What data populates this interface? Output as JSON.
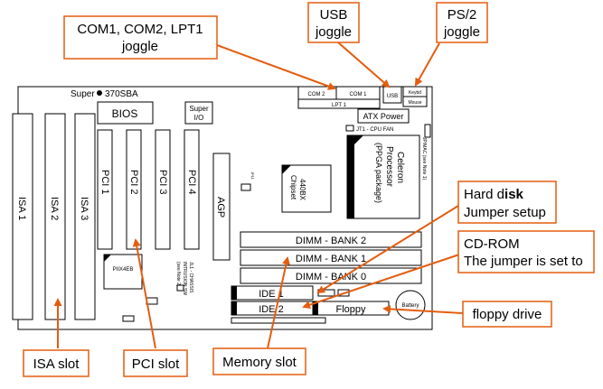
{
  "board": {
    "model": "370SBA",
    "brand": "Super",
    "bios": "BIOS",
    "super_io": [
      "Super",
      "I/O"
    ],
    "com2": "COM 2",
    "com1": "COM 1",
    "lpt1": "LPT 1",
    "usb": "USB",
    "keyboard": "Keybd",
    "mouse": "Mouse",
    "atx_power": "ATX Power",
    "cpu_fan": "JT1 - CPU FAN",
    "jp_mac": "JP/MAC (see Note 1)",
    "cpu": [
      "Celeron",
      "Processor",
      "(PPGA package)"
    ],
    "chipset": [
      "440BX",
      "Chipset"
    ],
    "jumper_label": "JP11",
    "isa_slots": [
      "ISA 1",
      "ISA 2",
      "ISA 3"
    ],
    "pci_slots": [
      "PCI 1",
      "PCI 2",
      "PCI 3",
      "PCI 4"
    ],
    "agp": "AGP",
    "dimm_banks": [
      "DIMM - BANK 2",
      "DIMM - BANK 1",
      "DIMM - BANK 0"
    ],
    "ide1": "IDE 1",
    "ide2": "IDE 2",
    "floppy": "Floppy",
    "chip": "PIIX4EB",
    "chassis_note": [
      "JL1 - CHASSIS",
      "INTRUSION SW",
      "(see Note 2)"
    ],
    "battery": "Battery"
  },
  "callouts": {
    "com": [
      "COM1, COM2,  LPT1",
      "joggle"
    ],
    "usb": [
      "USB",
      "joggle"
    ],
    "ps2": [
      "PS/2",
      "joggle"
    ],
    "hard_disk": [
      "Hard d",
      "isk",
      "Jumper setup"
    ],
    "cdrom": [
      "CD-ROM",
      "The jumper is set to"
    ],
    "floppy": "floppy drive",
    "isa": "ISA slot",
    "pci": "PCI slot",
    "memory": "Memory slot"
  },
  "colors": {
    "arrow": "#e35d0f",
    "board_line": "#000000"
  }
}
